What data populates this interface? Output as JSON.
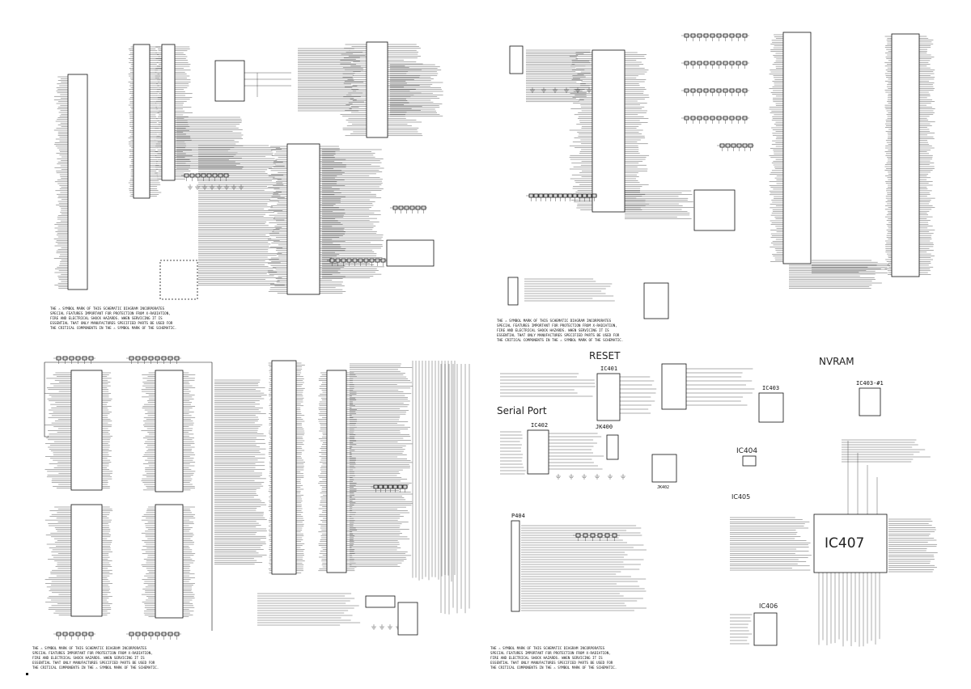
{
  "labels": {
    "reset": "RESET",
    "nvram": "NVRAM",
    "serial_port": "Serial Port",
    "ic401": "IC401",
    "ic402": "IC402",
    "ic403": "IC403",
    "ic403_1": "IC403-#1",
    "ic404": "IC404",
    "ic405": "IC405",
    "ic406": "IC406",
    "ic407": "IC407",
    "jk400": "JK400",
    "jk402": "JK402",
    "p404": "P404"
  },
  "notes": {
    "line1": "THE ⚠ SYMBOL MARK OF THIS SCHEMATIC DIAGRAM INCORPORATES",
    "line2": "SPECIAL FEATURES IMPORTANT FOR PROTECTION FROM X-RADIATION,",
    "line3": "FIRE AND ELECTRICAL SHOCK HAZARDS. WHEN SERVICING IT IS",
    "line4": "ESSENTIAL THAT ONLY MANUFACTURES SPECIFIED PARTS BE USED FOR",
    "line5": "THE CRITICAL COMPONENTS IN THE ⚠ SYMBOL MARK OF THE SCHEMATIC."
  },
  "colors": {
    "ink": "#111111",
    "paper": "#ffffff"
  }
}
